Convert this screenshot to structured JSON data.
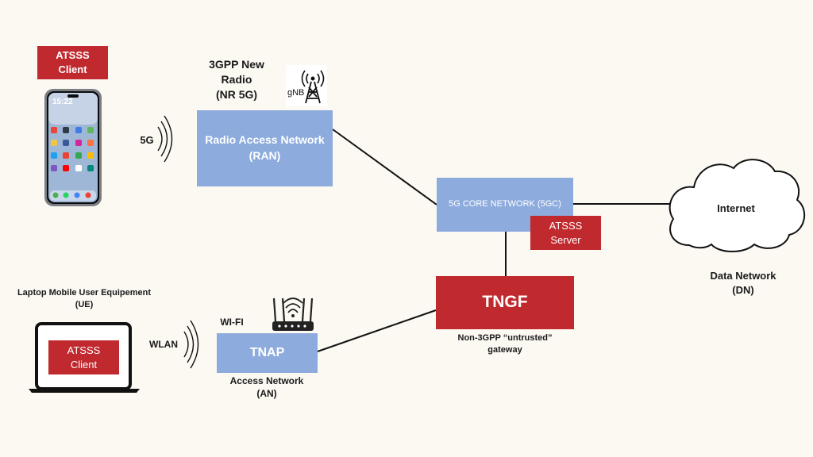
{
  "ue_phone": {
    "client_line1": "ATSSS",
    "client_line2": "Client",
    "clock": "15:22",
    "link_label": "5G"
  },
  "radio": {
    "title_line1": "3GPP New",
    "title_line2": "Radio",
    "title_line3": "(NR 5G)",
    "gnb_label": "gNB"
  },
  "ran": {
    "line1": "Radio Access Network",
    "line2": "(RAN)"
  },
  "core": {
    "label": "5G CORE NETWORK (5GC)",
    "server_line1": "ATSSS",
    "server_line2": "Server"
  },
  "internet": {
    "label": "Internet",
    "caption_line1": "Data Network",
    "caption_line2": "(DN)"
  },
  "laptop": {
    "caption_line1": "Laptop Mobile User Equipement",
    "caption_line2": "(UE)",
    "client_line1": "ATSSS",
    "client_line2": "Client",
    "link_label": "WLAN"
  },
  "tnap": {
    "label": "TNAP",
    "wifi_label": "WI-FI",
    "caption_line1": "Access Network",
    "caption_line2": "(AN)"
  },
  "tngf": {
    "label": "TNGF",
    "caption_line1": "Non-3GPP “untrusted”",
    "caption_line2": "gateway"
  },
  "colors": {
    "background": "#fcf9f3",
    "red_box": "#c0292e",
    "blue_box": "#8dabdd",
    "line": "#111111"
  }
}
